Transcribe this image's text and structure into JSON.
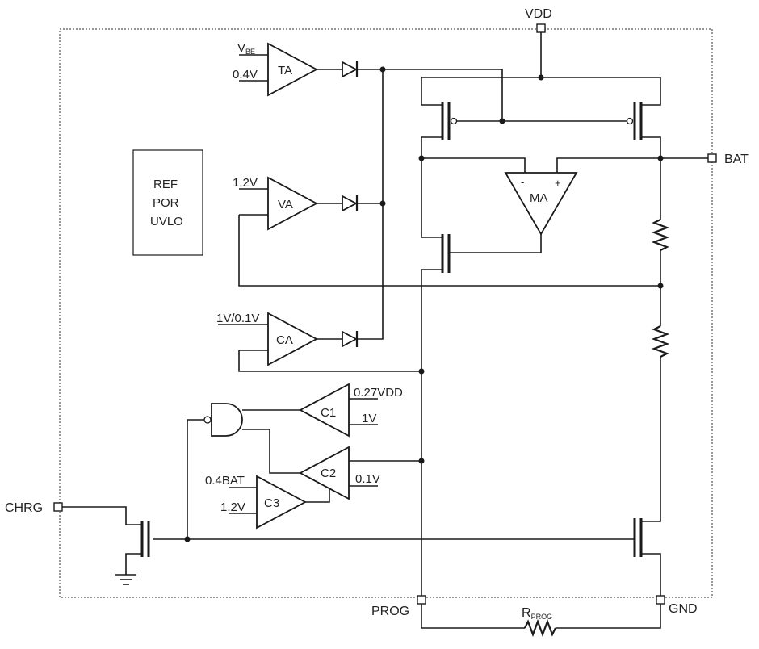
{
  "pins": {
    "vdd": "VDD",
    "bat": "BAT",
    "chrg": "CHRG",
    "prog": "PROG",
    "gnd": "GND"
  },
  "ref_block": {
    "line1": "REF",
    "line2": "POR",
    "line3": "UVLO"
  },
  "amplifiers": {
    "ta": {
      "label": "TA",
      "in_top_main": "V",
      "in_top_sub": "BE",
      "in_bottom": "0.4V"
    },
    "va": {
      "label": "VA",
      "in_top": "1.2V"
    },
    "ca": {
      "label": "CA",
      "in_top": "1V/0.1V"
    },
    "ma": {
      "label": "MA",
      "minus": "-",
      "plus": "+"
    }
  },
  "comparators": {
    "c1": {
      "label": "C1",
      "ref_top": "0.27VDD",
      "ref_bottom": "1V"
    },
    "c2": {
      "label": "C2",
      "ref": "0.1V"
    },
    "c3": {
      "label": "C3",
      "in_top": "0.4BAT",
      "in_bottom": "1.2V"
    }
  },
  "prog_resistor": {
    "main": "R",
    "sub": "PROG"
  }
}
